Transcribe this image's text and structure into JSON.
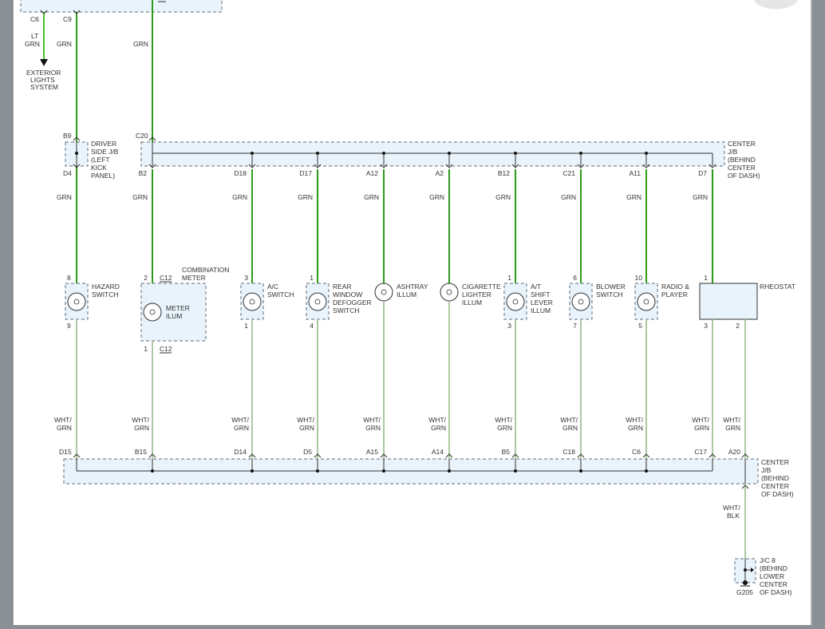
{
  "top": {
    "conn_c6": "C6",
    "conn_c9": "C9",
    "lt": "LT",
    "grn": "GRN",
    "grn2": "GRN",
    "grn3": "GRN",
    "ext1": "EXTERIOR",
    "ext2": "LIGHTS",
    "ext3": "SYSTEM"
  },
  "driver_jb": {
    "top_pin": "B9",
    "bottom_pin": "D4",
    "lines": [
      "DRIVER",
      "SIDE J/B",
      "(LEFT",
      "KICK",
      "PANEL)"
    ],
    "wire_below": "GRN"
  },
  "center_jb_top": {
    "left_pin": "C20",
    "lines": [
      "CENTER",
      "J/B",
      "(BEHIND",
      "CENTER",
      "OF DASH)"
    ]
  },
  "branches": [
    {
      "bot_pin": "B2",
      "wire": "GRN",
      "comp_pin_top": "2",
      "comp_pin_bot": "1",
      "comp_lines": [
        "METER",
        "ILUM"
      ],
      "label_lines": [
        "COMBINATION",
        "METER"
      ],
      "conn_top": "C12",
      "conn_bot": "C12",
      "wire_low": [
        "WHT/",
        "GRN"
      ],
      "bot_conn": "B15"
    },
    {
      "bot_pin": "D18",
      "wire": "GRN",
      "comp_pin_top": "3",
      "comp_pin_bot": "1",
      "label_lines": [
        "A/C",
        "SWITCH"
      ],
      "wire_low": [
        "WHT/",
        "GRN"
      ],
      "bot_conn": "D14"
    },
    {
      "bot_pin": "D17",
      "wire": "GRN",
      "comp_pin_top": "1",
      "comp_pin_bot": "4",
      "label_lines": [
        "REAR",
        "WINDOW",
        "DEFOGGER",
        "SWITCH"
      ],
      "wire_low": [
        "WHT/",
        "GRN"
      ],
      "bot_conn": "D5"
    },
    {
      "bot_pin": "A12",
      "wire": "GRN",
      "label_lines": [
        "ASHTRAY",
        "ILLUM"
      ],
      "wire_low": [
        "WHT/",
        "GRN"
      ],
      "bot_conn": "A15"
    },
    {
      "bot_pin": "A2",
      "wire": "GRN",
      "label_lines": [
        "CIGARETTE",
        "LIGHTER",
        "ILLUM"
      ],
      "wire_low": [
        "WHT/",
        "GRN"
      ],
      "bot_conn": "A14"
    },
    {
      "bot_pin": "B12",
      "wire": "GRN",
      "comp_pin_top": "1",
      "comp_pin_bot": "3",
      "label_lines": [
        "A/T",
        "SHIFT",
        "LEVER",
        "ILLUM"
      ],
      "wire_low": [
        "WHT/",
        "GRN"
      ],
      "bot_conn": "B5"
    },
    {
      "bot_pin": "C21",
      "wire": "GRN",
      "comp_pin_top": "6",
      "comp_pin_bot": "7",
      "label_lines": [
        "BLOWER",
        "SWITCH"
      ],
      "wire_low": [
        "WHT/",
        "GRN"
      ],
      "bot_conn": "C18"
    },
    {
      "bot_pin": "A11",
      "wire": "GRN",
      "comp_pin_top": "10",
      "comp_pin_bot": "5",
      "label_lines": [
        "RADIO &",
        "PLAYER"
      ],
      "wire_low": [
        "WHT/",
        "GRN"
      ],
      "bot_conn": "C6"
    },
    {
      "bot_pin": "D7",
      "wire": "GRN",
      "comp_pin_top": "1",
      "comp_pin_bot": "3",
      "comp_pin_bot2": "2",
      "label_lines": [
        "RHEOSTAT"
      ],
      "wire_low": [
        "WHT/",
        "GRN"
      ],
      "wire_low2": [
        "WHT/",
        "GRN"
      ],
      "bot_conn": "C17",
      "bot_conn2": "A20"
    }
  ],
  "hazard": {
    "pin_top": "8",
    "pin_bot": "9",
    "lines": [
      "HAZARD",
      "SWITCH"
    ],
    "wire_low": [
      "WHT/",
      "GRN"
    ],
    "bot_conn": "D15"
  },
  "center_jb_bottom": {
    "lines": [
      "CENTER",
      "J/B",
      "(BEHIND",
      "CENTER",
      "OF DASH)"
    ]
  },
  "ground": {
    "wire": [
      "WHT/",
      "BLK"
    ],
    "lines": [
      "J/C 8",
      "(BEHIND",
      "LOWER",
      "CENTER",
      "OF DASH)"
    ],
    "ground_label": "G205"
  },
  "colors": {
    "green": "#2e9a1c",
    "light_green": "#a9c9a0",
    "box_fill": "#e8f3fb",
    "frame_bg": "#8b9097"
  }
}
